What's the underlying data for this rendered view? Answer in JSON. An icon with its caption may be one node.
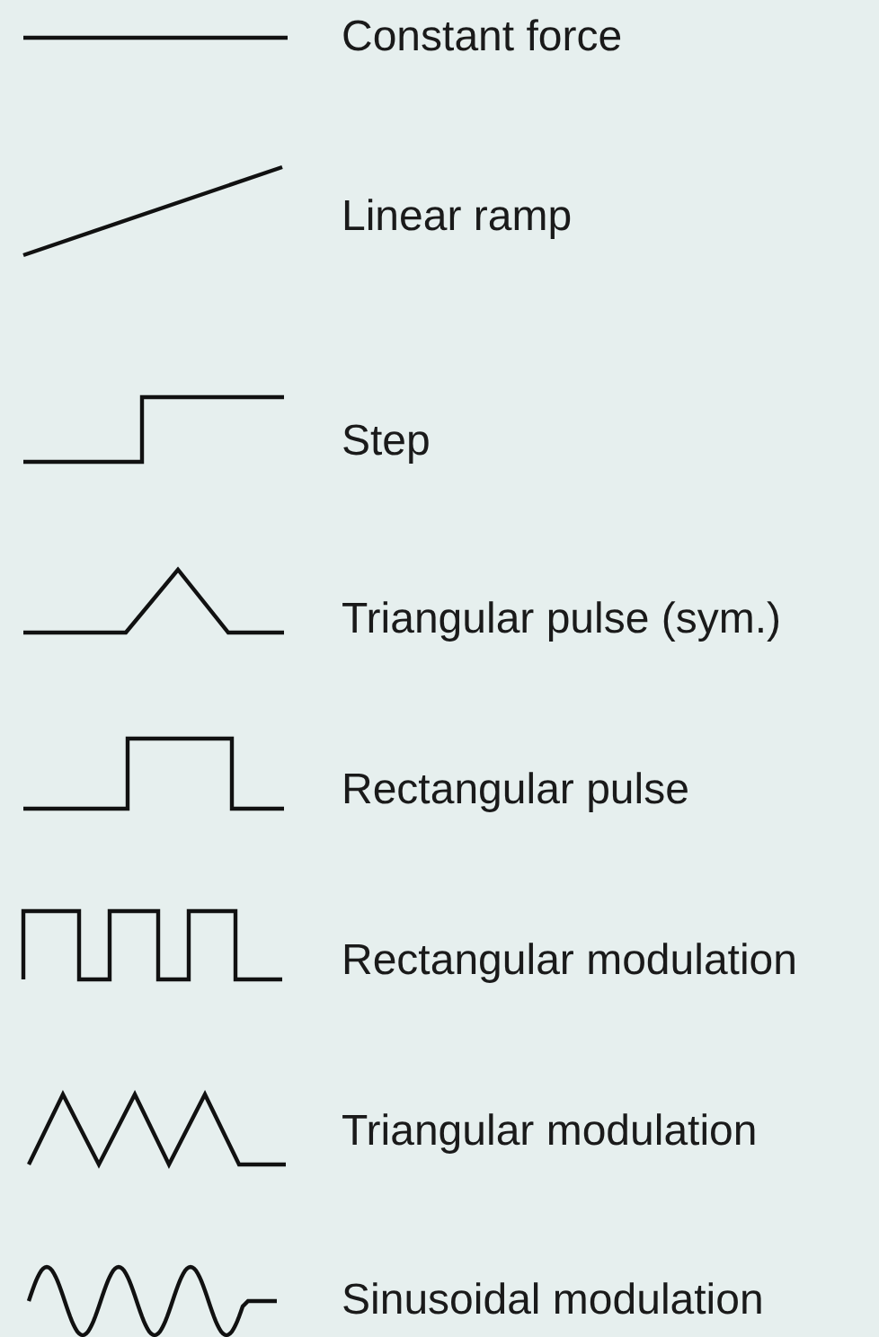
{
  "diagram": {
    "legend": [
      {
        "text": "Constant force"
      },
      {
        "text": "Linear ramp"
      },
      {
        "text": "Step"
      },
      {
        "text": "Triangular pulse (sym.)"
      },
      {
        "text": "Rectangular pulse"
      },
      {
        "text": "Rectangular modulation"
      },
      {
        "text": "Triangular modulation"
      },
      {
        "text": "Sinusoidal modulation"
      }
    ]
  }
}
